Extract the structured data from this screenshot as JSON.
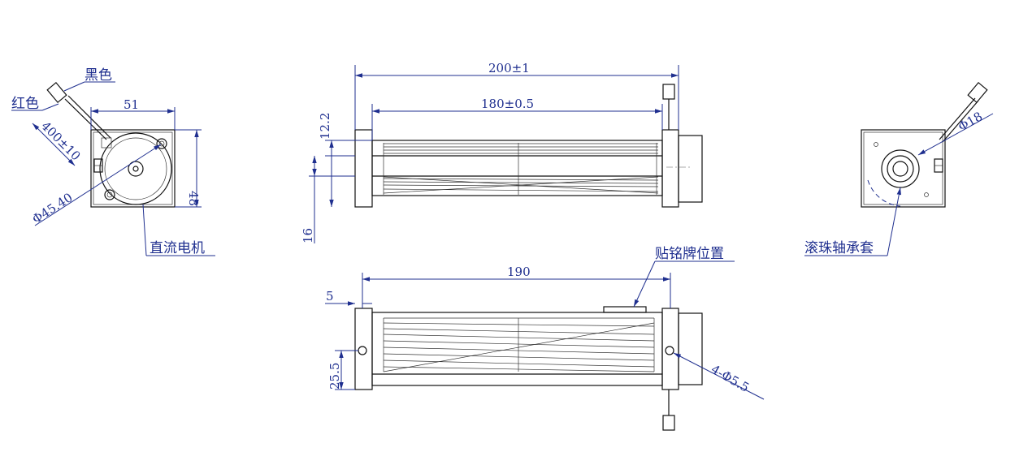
{
  "labels": {
    "black_wire": "黑色",
    "red_wire": "红色",
    "dc_motor": "直流电机",
    "nameplate_position": "贴铭牌位置",
    "ball_bearing_sleeve": "滚珠轴承套"
  },
  "dimensions": {
    "left_width": "51",
    "left_height": "48",
    "cable_length": "400±10",
    "motor_diameter": "Φ45.40",
    "overall_length": "200±1",
    "impeller_length": "180±0.5",
    "offset_12_2": "12.2",
    "offset_16": "16",
    "bottom_length": "190",
    "bottom_5": "5",
    "bottom_25_5": "25.5",
    "mount_holes": "4-Φ5.5",
    "bearing_diameter": "Φ18"
  },
  "colors": {
    "dimension": "#1f2f8f",
    "outline": "#111111"
  }
}
